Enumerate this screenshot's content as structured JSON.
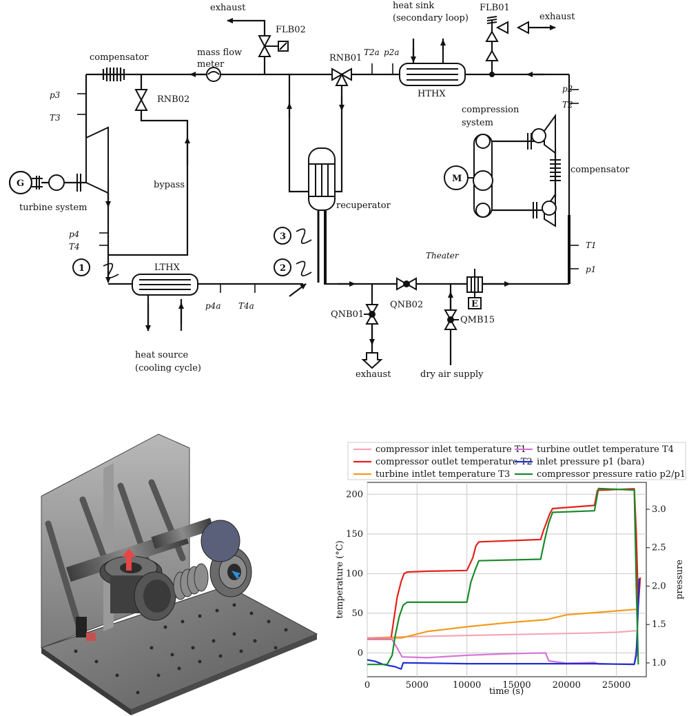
{
  "schematic": {
    "labels": {
      "exhaust_top": "exhaust",
      "flb02": "FLB02",
      "heat_sink_1": "heat sink",
      "heat_sink_2": "(secondary loop)",
      "flb01": "FLB01",
      "exhaust_right": "exhaust",
      "compensator_left": "compensator",
      "mass_flow_1": "mass flow",
      "mass_flow_2": "meter",
      "rnb01": "RNB01",
      "t2a": "T2a",
      "p2a": "p2a",
      "hthx": "HTHX",
      "p3": "p3",
      "t3": "T3",
      "rnb02": "RNB02",
      "p2": "p2",
      "t2": "T2",
      "compression_1": "compression",
      "compression_2": "system",
      "g": "G",
      "bypass": "bypass",
      "m": "M",
      "compensator_right": "compensator",
      "turbine_system": "turbine system",
      "recuperator": "recuperator",
      "p4": "p4",
      "t4": "T4",
      "node1": "1",
      "node2": "2",
      "node3": "3",
      "lthx": "LTHX",
      "theater": "Theater",
      "t1": "T1",
      "p1": "p1",
      "p4a": "p4a",
      "t4a": "T4a",
      "qnb01": "QNB01",
      "qnb02": "QNB02",
      "qmb15": "QMB15",
      "e": "E",
      "heat_source_1": "heat source",
      "heat_source_2": "(cooling cycle)",
      "exhaust_bottom": "exhaust",
      "dry_air": "dry air supply"
    }
  },
  "chart_data": {
    "type": "line",
    "xlabel": "time (s)",
    "ylabel_left": "temperature (°C)",
    "ylabel_right": "pressure",
    "xlim": [
      0,
      28000
    ],
    "ylim_left": [
      -30,
      215
    ],
    "ylim_right": [
      0.82,
      3.35
    ],
    "xticks": [
      0,
      5000,
      10000,
      15000,
      20000,
      25000
    ],
    "yticks_left": [
      0,
      50,
      100,
      150,
      200
    ],
    "yticks_right": [
      1.0,
      1.5,
      2.0,
      2.5,
      3.0
    ],
    "grid": true,
    "legend_position": "top",
    "series": [
      {
        "name": "compressor inlet temperature T1",
        "axis": "left",
        "color": "#f4a7b9",
        "x": [
          0,
          3000,
          6000,
          10000,
          14000,
          18000,
          22000,
          25000,
          27000
        ],
        "y": [
          19,
          20,
          21,
          22,
          23,
          24,
          25,
          26,
          28
        ]
      },
      {
        "name": "compressor outlet temperature T2",
        "axis": "left",
        "color": "#e32119",
        "x": [
          0,
          2400,
          2700,
          3000,
          3400,
          3700,
          4000,
          6000,
          10000,
          10600,
          10900,
          11200,
          17400,
          17700,
          18000,
          18300,
          18600,
          22800,
          23100,
          26800,
          27000,
          27200,
          27400
        ],
        "y": [
          18,
          19,
          45,
          70,
          90,
          100,
          102,
          103,
          104,
          120,
          135,
          140,
          143,
          155,
          165,
          175,
          182,
          186,
          205,
          207,
          150,
          60,
          95
        ]
      },
      {
        "name": "turbine intlet temperature T3",
        "axis": "left",
        "color": "#f29a1c",
        "x": [
          0,
          2500,
          3500,
          6000,
          10000,
          14000,
          18000,
          20000,
          22000,
          25000,
          27000
        ],
        "y": [
          18,
          19,
          19,
          27,
          33,
          38,
          42,
          48,
          50,
          53,
          55
        ]
      },
      {
        "name": "turbine outlet temperature T4",
        "axis": "left",
        "color": "#d675d6",
        "x": [
          0,
          2500,
          3500,
          6000,
          10000,
          14000,
          17900,
          18200,
          20000,
          22800,
          23200,
          26800,
          27000
        ],
        "y": [
          17,
          17,
          -5,
          -6,
          -3,
          -1,
          0,
          -10,
          -13,
          -12,
          -14,
          -14,
          5
        ]
      },
      {
        "name": "inlet pressure p1 (bara)",
        "axis": "right",
        "color": "#1f2fcf",
        "x": [
          0,
          800,
          1600,
          2800,
          3400,
          3600,
          4000,
          10000,
          12000,
          17000,
          18000,
          21000,
          23000,
          26800,
          27000,
          27300
        ],
        "y": [
          1.04,
          1.02,
          0.98,
          0.95,
          0.92,
          1.0,
          1.0,
          0.99,
          0.99,
          0.99,
          0.99,
          0.99,
          0.99,
          0.98,
          1.1,
          2.1
        ]
      },
      {
        "name": "compressor pressure ratio p2/p1",
        "axis": "right",
        "color": "#1a8a2a",
        "x": [
          0,
          2000,
          2500,
          2800,
          3200,
          3600,
          4000,
          10000,
          10400,
          10800,
          11200,
          17400,
          17800,
          18200,
          18600,
          22800,
          23200,
          26800,
          27000,
          27200
        ],
        "y": [
          0.98,
          0.98,
          1.1,
          1.35,
          1.6,
          1.75,
          1.79,
          1.79,
          2.05,
          2.2,
          2.33,
          2.35,
          2.6,
          2.82,
          2.96,
          2.98,
          3.27,
          3.25,
          2.0,
          0.98
        ]
      }
    ]
  }
}
